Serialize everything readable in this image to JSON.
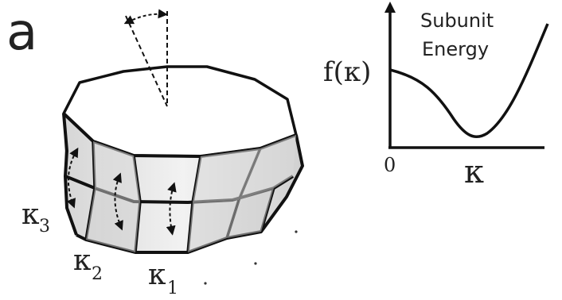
{
  "panel": {
    "letter": "a"
  },
  "ring": {
    "labels": {
      "k1": "κ",
      "k1_sub": "1",
      "k2": "κ",
      "k2_sub": "2",
      "k3": "κ",
      "k3_sub": "3"
    },
    "colors": {
      "top_face": "#ffffff",
      "side_fill_light": "#f6f6f6",
      "side_fill_mid": "#e4e4e4",
      "side_fill_dark": "#c9c9c9",
      "stroke": "#111111"
    }
  },
  "energy_plot": {
    "title_line1": "Subunit",
    "title_line2": "Energy",
    "y_label": "f(κ)",
    "x_label": "κ",
    "x_origin_label": "0"
  },
  "icons": {
    "tilt": "tilt-angle-icon",
    "flex": "double-arrow-icon"
  }
}
